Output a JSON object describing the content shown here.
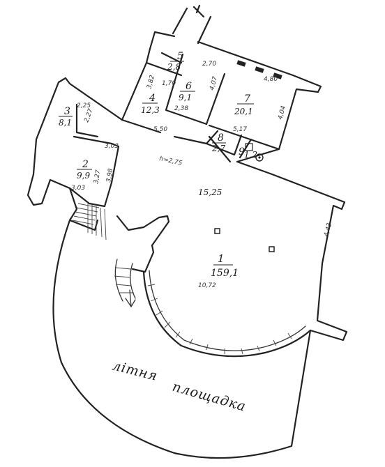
{
  "rooms": [
    {
      "number": "1",
      "area": "159,1"
    },
    {
      "number": "2",
      "area": "9,9"
    },
    {
      "number": "3",
      "area": "8,1"
    },
    {
      "number": "4",
      "area": "12,3"
    },
    {
      "number": "5",
      "area": "2,8"
    },
    {
      "number": "6",
      "area": "9,1"
    },
    {
      "number": "7",
      "area": "20,1"
    },
    {
      "number": "8",
      "area": "2,7"
    },
    {
      "number": "9",
      "area": "1,2"
    }
  ],
  "dimensions": {
    "hall_width": "15,25",
    "hall_depth": "10,72",
    "right_wall": "4,43",
    "corridor_len": "5,50",
    "ceiling_height": "h=2,75",
    "d_2_25": "2,25",
    "d_2_27": "2,27",
    "d_3_03_top": "3,03",
    "d_3_03_bottom": "3,03",
    "d_3_27": "3,27",
    "d_3_98": "3,98",
    "d_3_82": "3,82",
    "d_1_70": "1,70",
    "d_2_38": "2,38",
    "d_2_70": "2,70",
    "d_4_07": "4,07",
    "d_4_80": "4,80",
    "d_4_04": "4,04",
    "d_5_17": "5,17"
  },
  "terrace_label": {
    "word1": "літня",
    "word2": "площадка"
  }
}
